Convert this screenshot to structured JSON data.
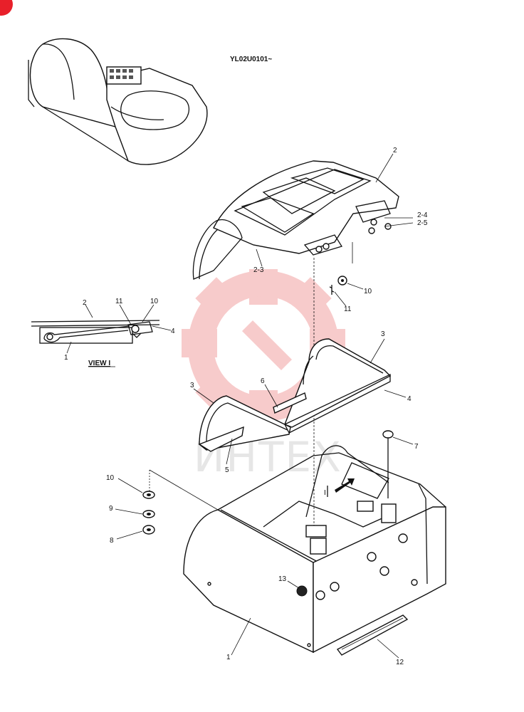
{
  "serial_label": "YL02U0101~",
  "view_label": "VIEW I",
  "watermark_text": "ИНТЕХ",
  "accent_colors": {
    "watermark_logo": "#f7c6c6",
    "corner_mark": "#e8202a"
  },
  "callouts": [
    {
      "text": "2"
    },
    {
      "text": "2-4"
    },
    {
      "text": "2-5"
    },
    {
      "text": "2-3"
    },
    {
      "text": "10"
    },
    {
      "text": "11"
    },
    {
      "text": "3"
    },
    {
      "text": "4"
    },
    {
      "text": "6"
    },
    {
      "text": "3"
    },
    {
      "text": "5"
    },
    {
      "text": "7"
    },
    {
      "text": "10"
    },
    {
      "text": "9"
    },
    {
      "text": "8"
    },
    {
      "text": "13"
    },
    {
      "text": "1"
    },
    {
      "text": "12"
    },
    {
      "text": "2"
    },
    {
      "text": "11"
    },
    {
      "text": "10"
    },
    {
      "text": "4"
    },
    {
      "text": "1"
    },
    {
      "text": "I"
    }
  ]
}
